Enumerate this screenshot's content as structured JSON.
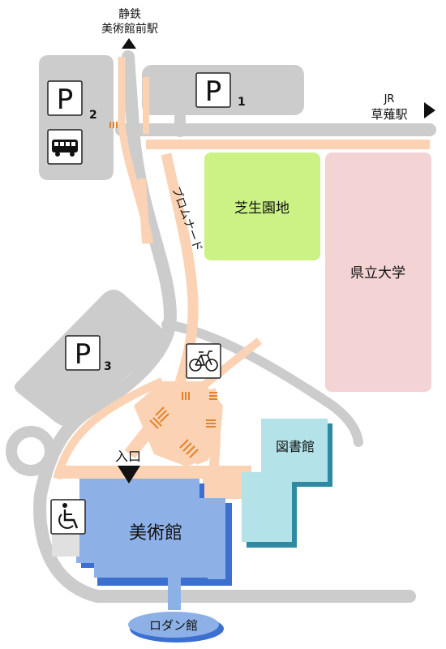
{
  "map": {
    "stations": {
      "shizutetsu_line1": "静鉄",
      "shizutetsu_line2": "美術館前駅",
      "jr_line1": "JR",
      "jr_line2": "草薙駅"
    },
    "parking": [
      {
        "symbol": "P",
        "number": "1"
      },
      {
        "symbol": "P",
        "number": "2"
      },
      {
        "symbol": "P",
        "number": "3"
      }
    ],
    "icons": {
      "bus": "bus-icon",
      "bicycle": "bicycle-icon",
      "wheelchair": "wheelchair-icon"
    },
    "places": {
      "lawn": "芝生園地",
      "university": "県立大学",
      "library": "図書館",
      "museum": "美術館",
      "rodin": "ロダン館",
      "entrance": "入口",
      "promenade": "プロムナード"
    },
    "colors": {
      "road": "#cccccc",
      "walkway": "#fbd2b4",
      "parking_lot": "#cccccc",
      "lawn": "#ccf286",
      "university": "#f3d3d3",
      "library_front": "#b3e2e8",
      "library_shadow": "#2e8aa0",
      "museum_front": "#8db1e6",
      "museum_shadow": "#3b6fd0",
      "crossing": "#e4832a"
    }
  }
}
